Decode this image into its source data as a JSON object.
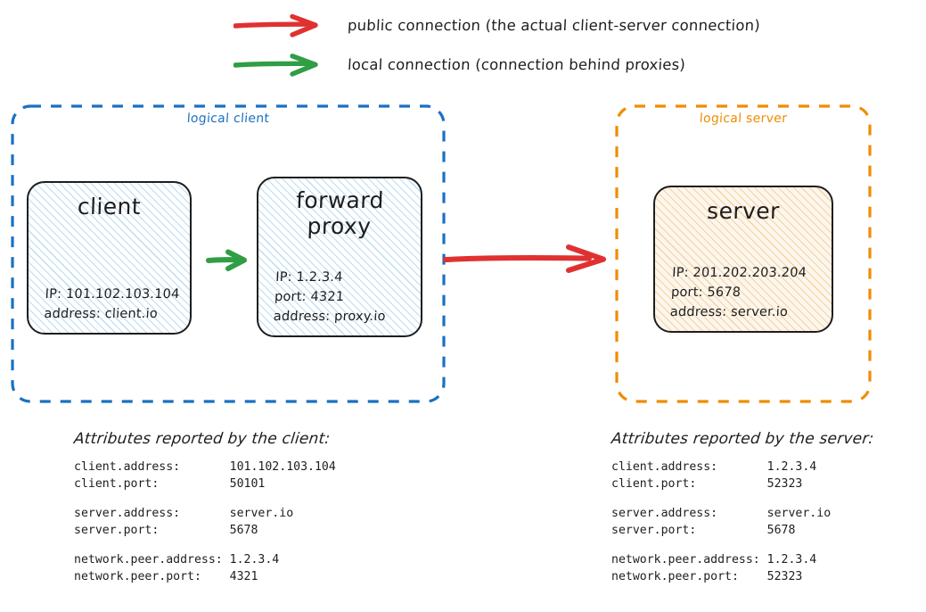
{
  "legend": {
    "items": [
      {
        "icon": "red-arrow-icon",
        "color": "#e03131",
        "label": "public connection (the actual client-server connection)"
      },
      {
        "icon": "green-arrow-icon",
        "color": "#2f9e44",
        "label": "local connection (connection behind proxies)"
      }
    ]
  },
  "groups": {
    "client": {
      "label": "logical client",
      "color": "#1971c2"
    },
    "server": {
      "label": "logical server",
      "color": "#f08c00"
    }
  },
  "nodes": {
    "client": {
      "title": "client",
      "details": [
        "IP: 101.102.103.104",
        "address: client.io"
      ]
    },
    "proxy": {
      "title": "forward proxy",
      "details": [
        "IP: 1.2.3.4",
        "port: 4321",
        "address: proxy.io"
      ]
    },
    "server": {
      "title": "server",
      "details": [
        "IP: 201.202.203.204",
        "port: 5678",
        "address: server.io"
      ]
    }
  },
  "connections": {
    "client_to_proxy": {
      "type": "local",
      "color": "#2f9e44"
    },
    "proxy_to_server": {
      "type": "public",
      "color": "#e03131"
    }
  },
  "attributes": {
    "client_panel": {
      "heading": "Attributes reported by the client:",
      "groups": [
        [
          {
            "key": "client.address:       ",
            "value": "101.102.103.104"
          },
          {
            "key": "client.port:          ",
            "value": "50101"
          }
        ],
        [
          {
            "key": "server.address:       ",
            "value": "server.io"
          },
          {
            "key": "server.port:          ",
            "value": "5678"
          }
        ],
        [
          {
            "key": "network.peer.address: ",
            "value": "1.2.3.4"
          },
          {
            "key": "network.peer.port:    ",
            "value": "4321"
          }
        ]
      ]
    },
    "server_panel": {
      "heading": "Attributes reported by the server:",
      "groups": [
        [
          {
            "key": "client.address:       ",
            "value": "1.2.3.4"
          },
          {
            "key": "client.port:          ",
            "value": "52323"
          }
        ],
        [
          {
            "key": "server.address:       ",
            "value": "server.io"
          },
          {
            "key": "server.port:          ",
            "value": "5678"
          }
        ],
        [
          {
            "key": "network.peer.address: ",
            "value": "1.2.3.4"
          },
          {
            "key": "network.peer.port:    ",
            "value": "52323"
          }
        ]
      ]
    }
  }
}
